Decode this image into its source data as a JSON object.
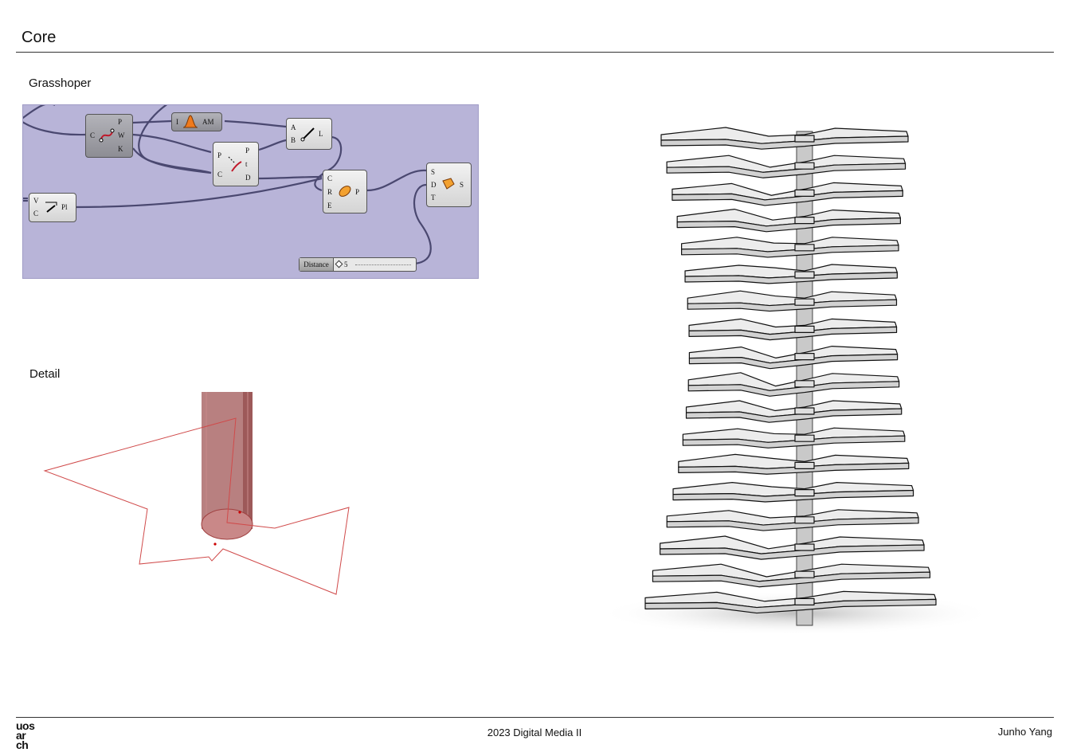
{
  "page": {
    "title": "Core",
    "footer_center": "2023 Digital Media II",
    "footer_right": "Junho Yang"
  },
  "logo": {
    "lines": [
      "uos",
      "ar",
      "ch"
    ]
  },
  "sections": {
    "grasshopper_label": "Grasshoper",
    "detail_label": "Detail"
  },
  "grasshopper": {
    "background_color": "#b8b4d8",
    "nodes": {
      "divide": {
        "inputs": [
          "C"
        ],
        "outputs": [
          "P",
          "W",
          "K"
        ]
      },
      "gaussian": {
        "inputs": [
          "I"
        ],
        "outputs": [
          "AM"
        ]
      },
      "line": {
        "inputs": [
          "A",
          "B"
        ],
        "outputs": [
          "L"
        ]
      },
      "closest": {
        "inputs": [
          "P",
          "C"
        ],
        "outputs": [
          "P",
          "t",
          "D"
        ]
      },
      "circle": {
        "inputs": [
          "C",
          "R",
          "E"
        ],
        "outputs": [
          "P"
        ]
      },
      "scale": {
        "inputs": [
          "S",
          "D",
          "T"
        ],
        "outputs": [
          "S"
        ]
      },
      "plane": {
        "inputs": [
          "V",
          "C"
        ],
        "outputs": [
          "Pl"
        ]
      }
    },
    "slider": {
      "label": "Distance",
      "value": "5"
    }
  }
}
